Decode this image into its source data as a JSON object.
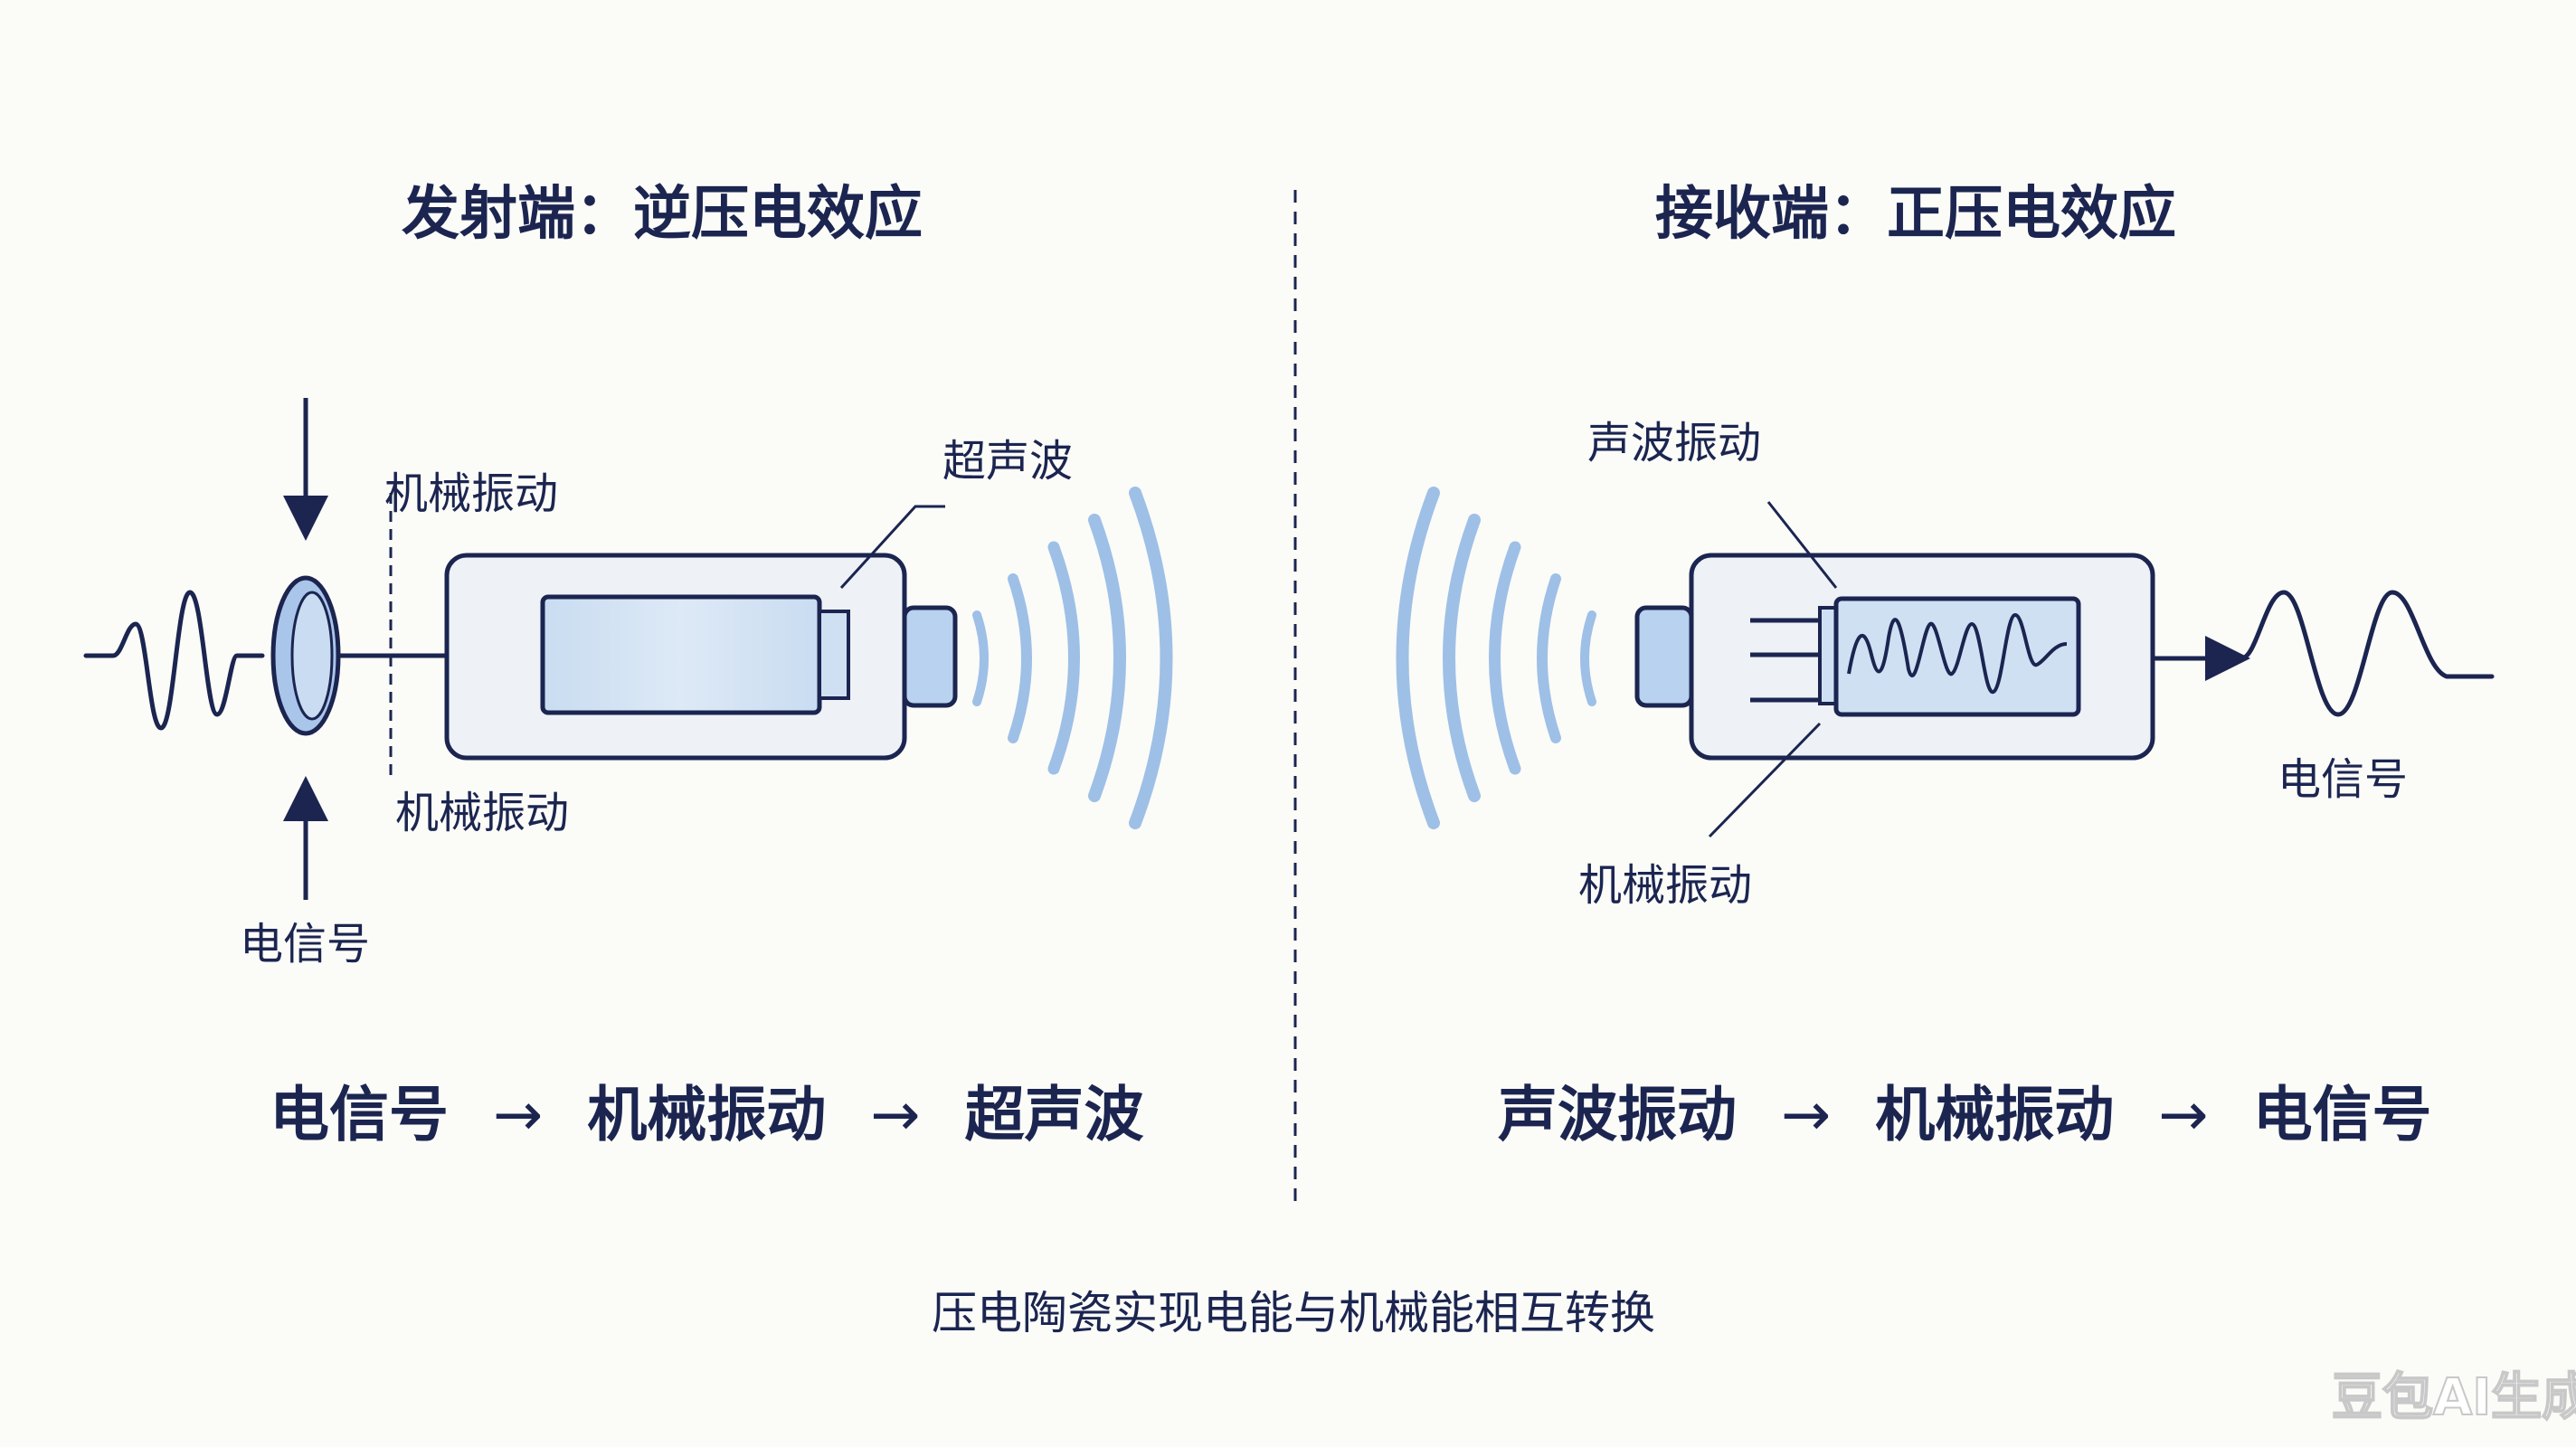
{
  "left": {
    "title": "发射端：逆压电效应",
    "label_top_vibration": "机械振动",
    "label_bottom_vibration": "机械振动",
    "label_signal": "电信号",
    "label_wave": "超声波",
    "flow": [
      "电信号",
      "机械振动",
      "超声波"
    ]
  },
  "right": {
    "title": "接收端：正压电效应",
    "label_wave_vibration": "声波振动",
    "label_vibration": "机械振动",
    "label_signal": "电信号",
    "flow": [
      "声波振动",
      "机械振动",
      "电信号"
    ]
  },
  "flow_arrow": "→",
  "caption": "压电陶瓷实现电能与机械能相互转换",
  "watermark": "豆包AI生成",
  "colors": {
    "ink": "#1b2550",
    "wave": "#9ec0e6",
    "housing_fill": "#eef1f6",
    "element_fill": "#cfe0f3"
  }
}
